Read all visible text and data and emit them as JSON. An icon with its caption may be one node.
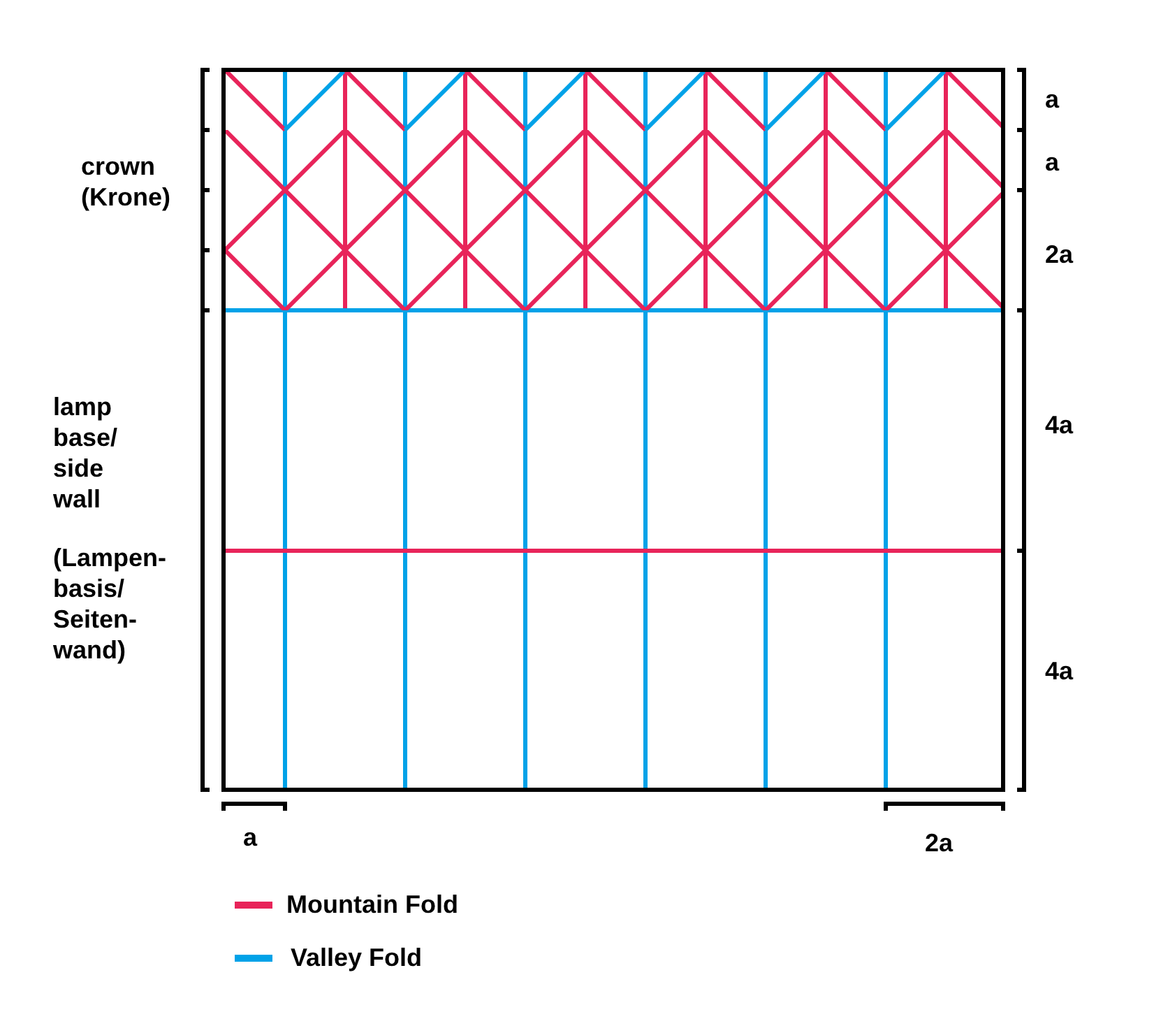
{
  "diagram": {
    "labels": [
      "a",
      "crown (Krone)",
      "a",
      "2a",
      "lamp base/ side wall",
      "4a",
      "(Lampen- basis/ Seiten- wand)",
      "4a",
      "a",
      "2a"
    ],
    "legend": [
      {
        "text": "Mountain Fold",
        "color": "#e8245a"
      },
      {
        "text": "Valley Fold",
        "color": "#00a2e8"
      }
    ]
  }
}
